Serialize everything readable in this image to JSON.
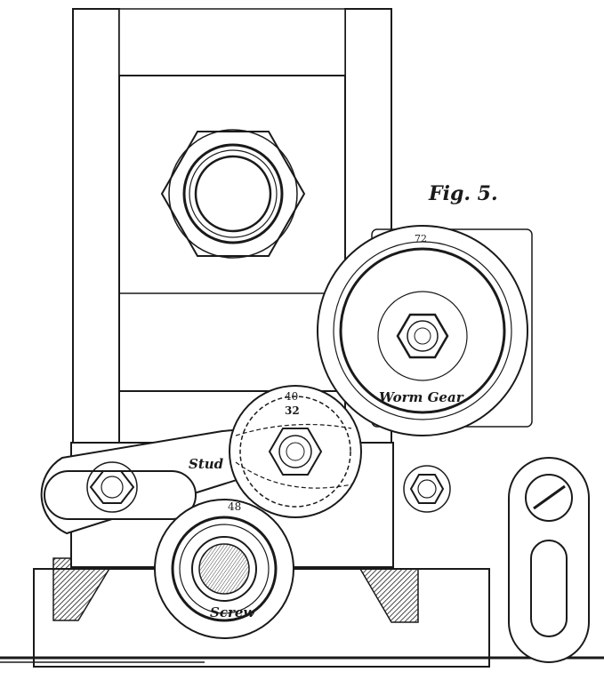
{
  "figure": {
    "caption": "Fig. 5.",
    "gear_labels": {
      "worm_gear": "Worm Gear.",
      "stud": "Stud",
      "screw": "Screw"
    },
    "tooth_counts": {
      "worm_gear": "72",
      "stud_outer": "40",
      "stud_inner": "32",
      "screw": "48"
    }
  }
}
